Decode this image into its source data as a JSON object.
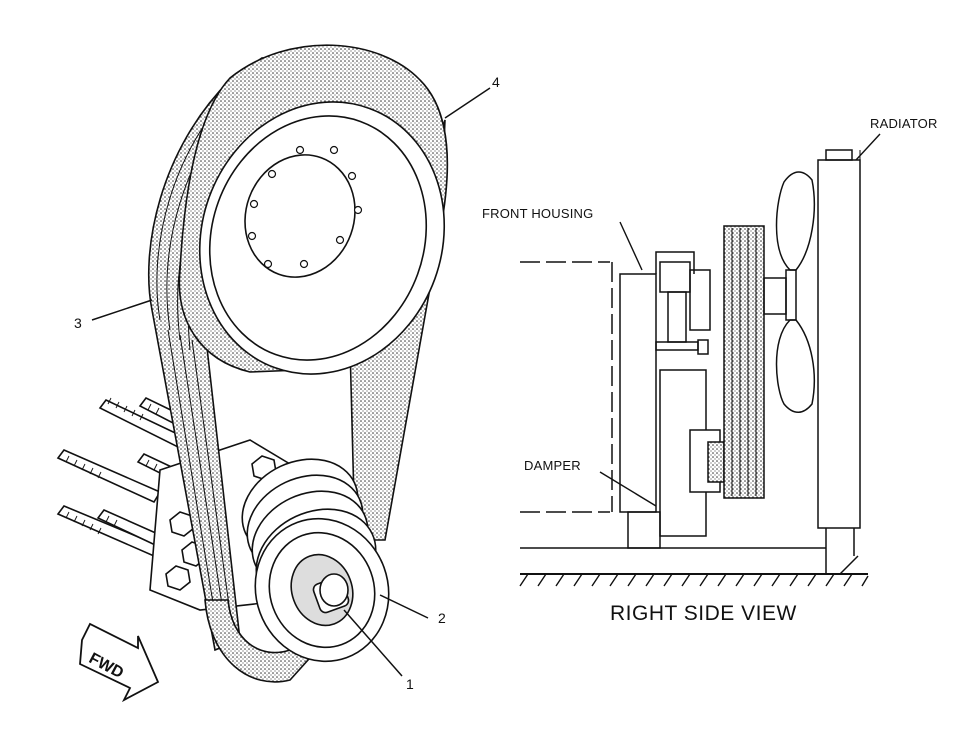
{
  "callouts": {
    "c1": "1",
    "c2": "2",
    "c3": "3",
    "c4": "4"
  },
  "side_view": {
    "title": "RIGHT SIDE VIEW",
    "front_housing": "FRONT HOUSING",
    "radiator": "RADIATOR",
    "damper": "DAMPER"
  },
  "fwd_label": "FWD",
  "colors": {
    "line": "#111111",
    "belt_fill": "#8a8a8a",
    "background": "#ffffff"
  }
}
